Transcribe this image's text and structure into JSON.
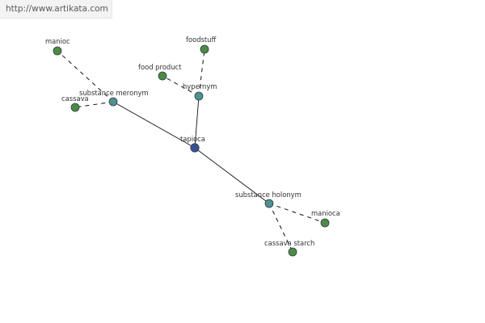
{
  "site_url": "http://www.artikata.com",
  "colors": {
    "center": "#3b4f96",
    "relation": "#4f9091",
    "leaf": "#4e8a45",
    "node_stroke": "#2c3f3e",
    "edge": "#111111",
    "background": "#ffffff"
  },
  "graph": {
    "nodes": [
      {
        "id": "tapioca",
        "label": "tapioca",
        "kind": "center"
      },
      {
        "id": "substance-meronym",
        "label": "substance meronym",
        "kind": "relation"
      },
      {
        "id": "hypernym",
        "label": "hypernym",
        "kind": "relation"
      },
      {
        "id": "substance-holonym",
        "label": "substance holonym",
        "kind": "relation"
      },
      {
        "id": "manioc",
        "label": "manioc",
        "kind": "leaf"
      },
      {
        "id": "cassava",
        "label": "cassava",
        "kind": "leaf"
      },
      {
        "id": "foodstuff",
        "label": "foodstuff",
        "kind": "leaf"
      },
      {
        "id": "food-product",
        "label": "food product",
        "kind": "leaf"
      },
      {
        "id": "manioca",
        "label": "manioca",
        "kind": "leaf"
      },
      {
        "id": "cassava-starch",
        "label": "cassava starch",
        "kind": "leaf"
      }
    ],
    "edges": [
      {
        "from": "tapioca",
        "to": "substance-meronym",
        "style": "solid"
      },
      {
        "from": "tapioca",
        "to": "hypernym",
        "style": "solid"
      },
      {
        "from": "tapioca",
        "to": "substance-holonym",
        "style": "solid"
      },
      {
        "from": "substance-meronym",
        "to": "manioc",
        "style": "dashed"
      },
      {
        "from": "substance-meronym",
        "to": "cassava",
        "style": "dashed"
      },
      {
        "from": "hypernym",
        "to": "foodstuff",
        "style": "dashed"
      },
      {
        "from": "hypernym",
        "to": "food-product",
        "style": "dashed"
      },
      {
        "from": "substance-holonym",
        "to": "manioca",
        "style": "dashed"
      },
      {
        "from": "substance-holonym",
        "to": "cassava-starch",
        "style": "dashed"
      }
    ]
  }
}
